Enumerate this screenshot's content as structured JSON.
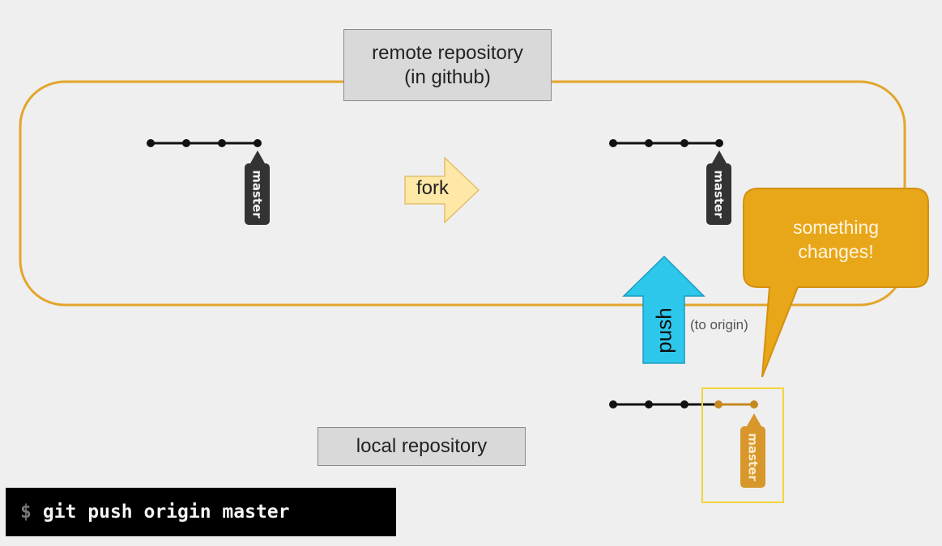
{
  "remote_repository": {
    "label_line1": "remote repository",
    "label_line2": "(in github)",
    "border_color": "#e3a52a"
  },
  "local_repository": {
    "label": "local repository"
  },
  "branch_tags": {
    "remote_original": "master",
    "remote_fork": "master",
    "local": "master"
  },
  "fork_arrow": {
    "label": "fork",
    "color": "#fde8a8"
  },
  "push_arrow": {
    "label": "push",
    "note": "(to origin)",
    "color": "#2ec7ec"
  },
  "callout": {
    "line1": "something",
    "line2": "changes!",
    "color": "#e8a619"
  },
  "commit_graphs": {
    "remote_original_commits": 4,
    "remote_fork_commits": 4,
    "local_commits": 5,
    "local_new_commits": 2,
    "highlight_color": "#f2d53c"
  },
  "terminal": {
    "prompt": "$",
    "command": "git push origin master"
  }
}
